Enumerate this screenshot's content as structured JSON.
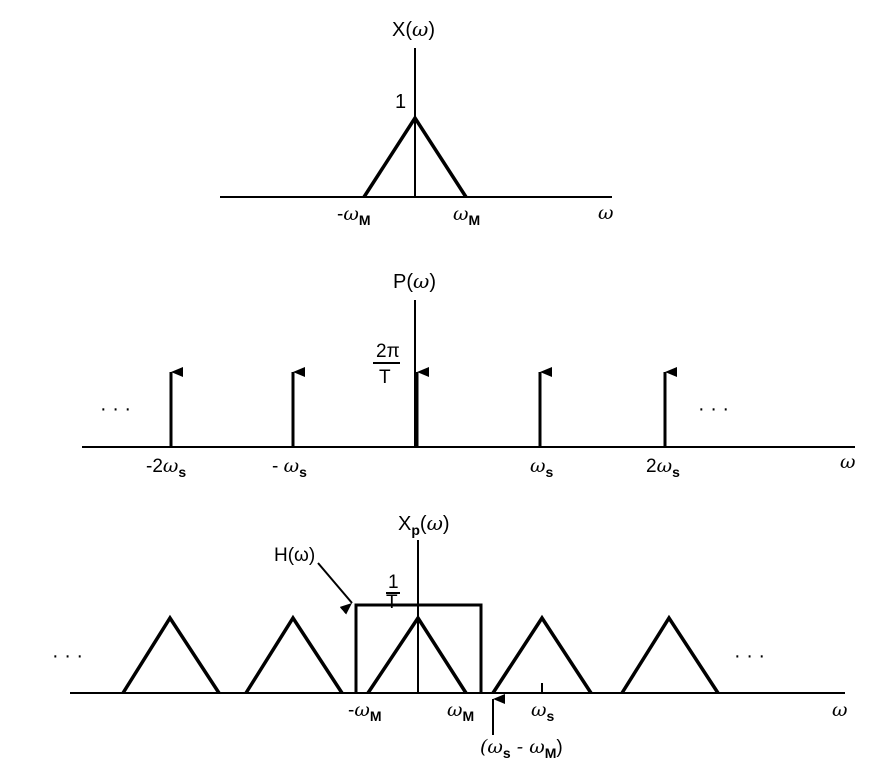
{
  "top_panel": {
    "title_main": "X(",
    "title_var": "ω",
    "title_close": ")",
    "peak_label": "1",
    "left_tick_prefix": "-",
    "left_tick_main": "ω",
    "left_tick_sub": "M",
    "right_tick_main": "ω",
    "right_tick_sub": "M",
    "axis_var": "ω"
  },
  "middle_panel": {
    "title_main": "P(",
    "title_var": "ω",
    "title_close": ")",
    "impulse_num": "2π",
    "impulse_den": "T",
    "left_ellipsis": "· · ·",
    "right_ellipsis": "· · ·",
    "ticks": [
      {
        "prefix": "-2",
        "main": "ω",
        "sub": "s"
      },
      {
        "prefix": "- ",
        "main": "ω",
        "sub": "s"
      },
      {
        "prefix": "",
        "main": "ω",
        "sub": "s"
      },
      {
        "prefix": "2",
        "main": "ω",
        "sub": "s"
      }
    ],
    "axis_var": "ω"
  },
  "bottom_panel": {
    "title_main": "X",
    "title_sub": "p",
    "title_paren_open": "(",
    "title_var": "ω",
    "title_close": ")",
    "filter_label": "H(ω)",
    "filter_gain_num": "1",
    "filter_gain_den": "T",
    "left_ellipsis": "· · ·",
    "right_ellipsis": "· · ·",
    "neg_wm_prefix": "-",
    "neg_wm_main": "ω",
    "neg_wm_sub": "M",
    "wm_main": "ω",
    "wm_sub": "M",
    "ws_main": "ω",
    "ws_sub": "s",
    "diff_label_open": "(ω",
    "diff_label_sub1": "s",
    "diff_label_mid": " - ω",
    "diff_label_sub2": "M",
    "diff_label_close": ")",
    "axis_var": "ω"
  }
}
